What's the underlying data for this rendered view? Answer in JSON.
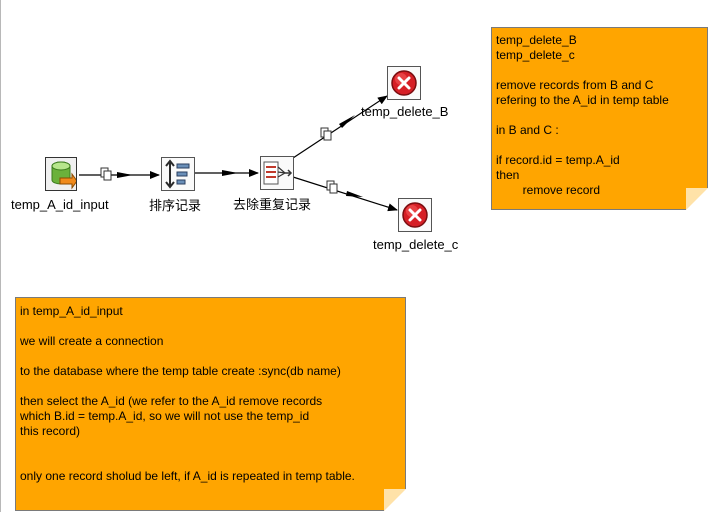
{
  "steps": {
    "input": {
      "label": "temp_A_id_input",
      "icon": "table-input-icon"
    },
    "sort": {
      "label": "排序记录",
      "icon": "sort-rows-icon"
    },
    "unique": {
      "label": "去除重复记录",
      "icon": "unique-rows-icon"
    },
    "delete_b": {
      "label": "temp_delete_B",
      "icon": "delete-icon"
    },
    "delete_c": {
      "label": "temp_delete_c",
      "icon": "delete-icon"
    }
  },
  "notes": {
    "top_right": [
      "temp_delete_B",
      "temp_delete_c",
      "",
      "remove records from B and C",
      "refering to the A_id in temp table",
      "",
      "in B and C :",
      "",
      "if record.id = temp.A_id",
      "then",
      "        remove record"
    ],
    "bottom_left": [
      "in temp_A_id_input",
      "",
      "we will create a connection",
      "",
      "to the database where the temp table create :sync(db name)",
      "",
      "then select the A_id (we refer to the A_id remove records",
      "which B.id = temp.A_id, so we will not use the temp_id",
      "this record)",
      "",
      "",
      "only one record sholud be left, if A_id is repeated in temp table."
    ]
  },
  "colors": {
    "note_bg": "#ffa500",
    "delete_red": "#d61f26",
    "hop_line": "#000000"
  }
}
